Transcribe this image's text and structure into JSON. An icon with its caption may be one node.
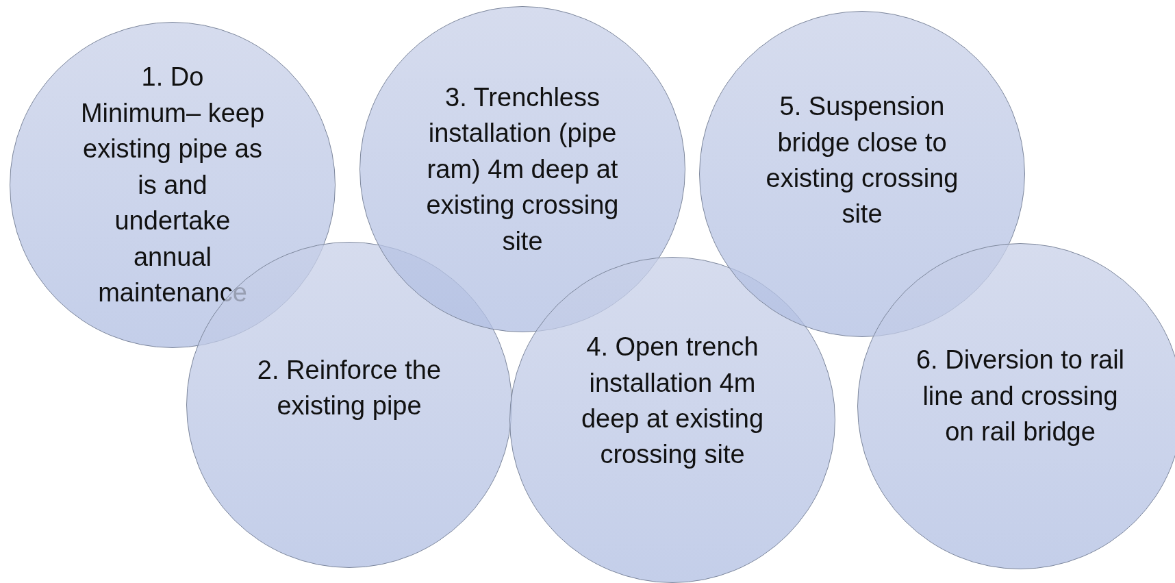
{
  "diagram": {
    "nodes": [
      {
        "text": [
          "1. Do Minimum– keep existing pipe as is and undertake annual maintenance"
        ]
      },
      {
        "text": [
          "2. Reinforce the existing pipe"
        ]
      },
      {
        "text": [
          "3. Trenchless installation (pipe ram) 4m deep at existing crossing site"
        ]
      },
      {
        "text": [
          "4. Open trench installation 4m deep at existing crossing site"
        ]
      },
      {
        "text": [
          "5. Suspension bridge close to existing crossing site"
        ]
      },
      {
        "text": [
          "6. Diversion to rail line and crossing on rail bridge"
        ]
      }
    ]
  }
}
